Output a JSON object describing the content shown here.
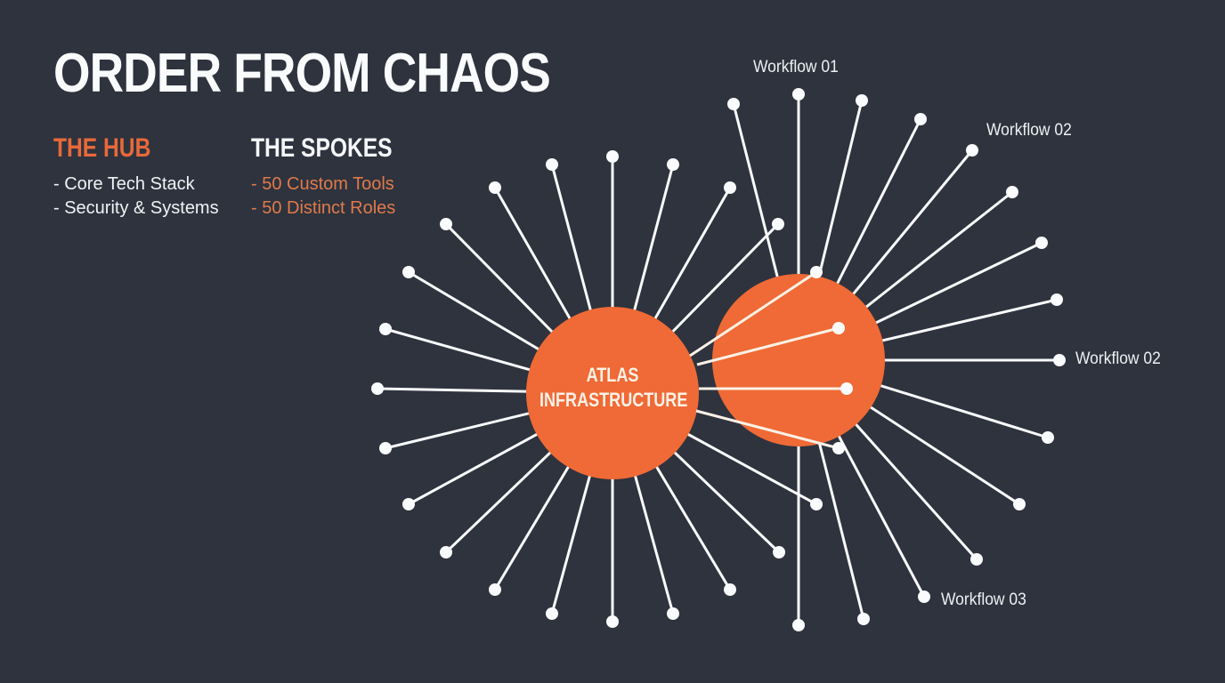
{
  "title": "ORDER FROM CHAOS",
  "hub_section": {
    "heading": "THE HUB",
    "items": [
      "- Core Tech Stack",
      "- Security & Systems"
    ]
  },
  "spokes_section": {
    "heading": "THE SPOKES",
    "items": [
      "- 50 Custom Tools",
      "- 50 Distinct Roles"
    ]
  },
  "diagram": {
    "hub_label_line1": "ATLAS",
    "hub_label_line2": "INFRASTRUCTURE",
    "colors": {
      "background": "#2e333e",
      "accent": "#ef6a36",
      "line": "#fafbfc"
    },
    "workflow_labels": {
      "top": "Workflow 01",
      "upper_right": "Workflow 02",
      "right": "Workflow 02",
      "bottom_right": "Workflow 03"
    }
  }
}
